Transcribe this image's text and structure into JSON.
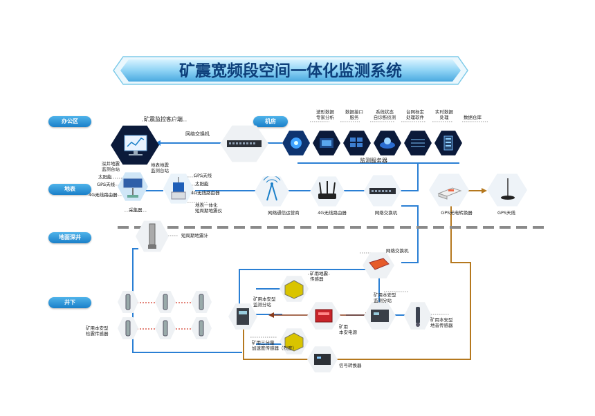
{
  "title": "矿震宽频段空间一体化监测系统",
  "zones": {
    "office": "办公区",
    "surface": "地表",
    "deep_well": "地面深井",
    "underground": "井下"
  },
  "labels": {
    "client": "矿震监控客户端",
    "switch_top": "网络交换机",
    "machine_room": "机房",
    "waveform": "波形数据\n专家分析",
    "data_interface": "数据接口\n服务",
    "self_diagnosis": "系统状态\n自诊断侦测",
    "calibration": "台网标定\n处理软件",
    "realtime": "实时数据\n处理",
    "warehouse": "数据仓库",
    "monitor_server": "监测服务器",
    "deep_station": "深井地震\n监测台站",
    "solar_left": "太阳能",
    "gps_left": "GPS天线",
    "router_left": "4G无线路由器",
    "collector": "采集器",
    "surface_station": "地表地震\n监测台站",
    "gps_mid": "GPS天线",
    "solar_mid": "太阳能",
    "router_mid": "4G无线路由器",
    "integrated_seismometer": "地表一体化\n短周期地震仪",
    "carrier": "网络通信运营商",
    "router_4g": "4G无线路由器",
    "switch_mid": "网络交换机",
    "gps_converter": "GPS光电转换器",
    "gps_antenna": "GPS天线",
    "short_period_seismometer": "短周期地震计",
    "switch_under": "网络交换机",
    "mine_seismic_sensor": "矿用地震\n传感器",
    "mine_substation_left": "矿用本安型\n监测分站",
    "mine_substation_right": "矿用本安型\n监测分站",
    "mine_power": "矿用\n本安电源",
    "triaxial_sensor": "矿用三分量\n加速度传感器（烈度）",
    "signal_converter": "信号转换器",
    "geophone_sensor": "矿用本安型\n检震传感器",
    "acoustic_sensor": "矿用本安型\n地音传感器"
  },
  "colors": {
    "link_blue": "#2a7fd4",
    "link_brown": "#b5781e",
    "dash_gray": "#8a8a8a",
    "zone_blue": "#1a7fc8",
    "hex_dark": "#0b1a3a"
  },
  "icons": [
    "monitor-icon",
    "switch-icon",
    "server-icon",
    "solar-panel-icon",
    "seismometer-icon",
    "signal-tower-icon",
    "router-icon",
    "gps-antenna-icon",
    "converter-icon",
    "sensor-icon",
    "power-supply-icon"
  ]
}
